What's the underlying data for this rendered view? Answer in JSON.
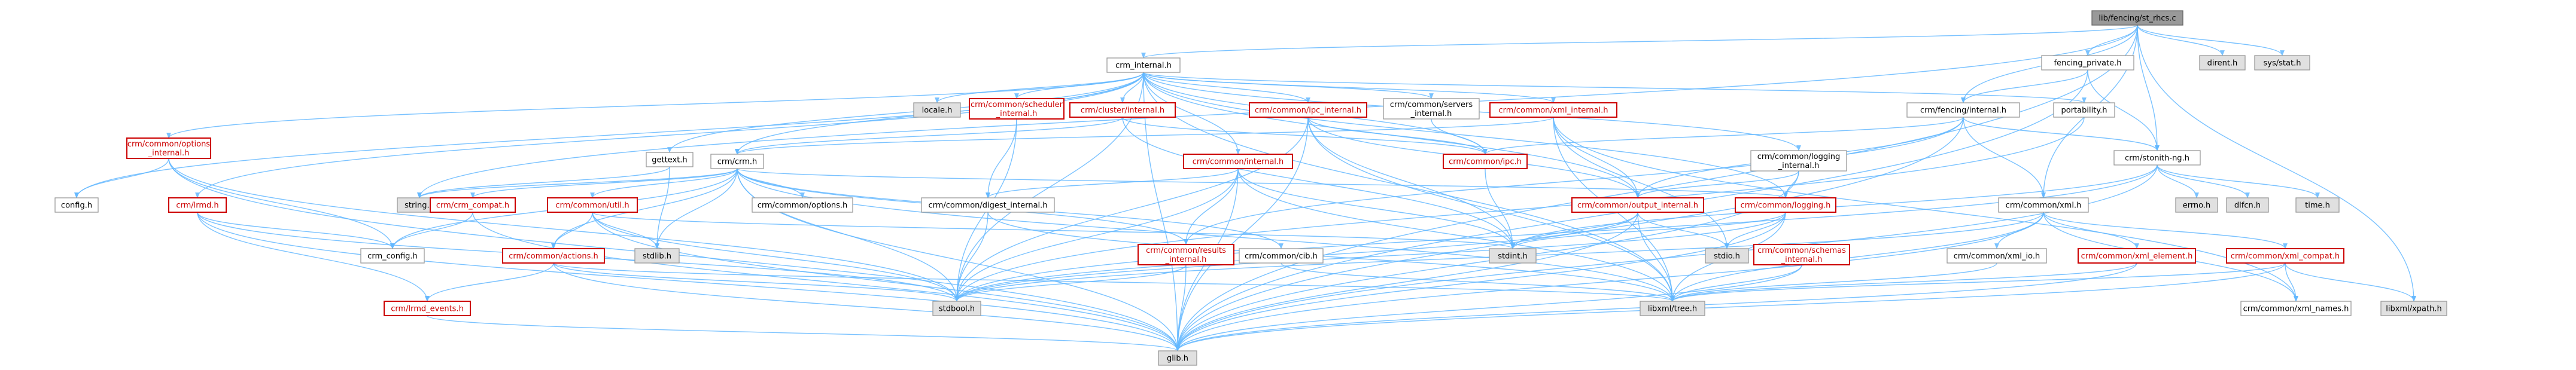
{
  "graph": {
    "nodes": [
      {
        "id": "root",
        "label": "lib/fencing/st_rhcs.c",
        "kind": "root"
      },
      {
        "id": "crm_internal",
        "label": "crm_internal.h",
        "kind": "plain"
      },
      {
        "id": "fencing_private",
        "label": "fencing_private.h",
        "kind": "plain"
      },
      {
        "id": "dirent",
        "label": "dirent.h",
        "kind": "sys"
      },
      {
        "id": "sysstat",
        "label": "sys/stat.h",
        "kind": "sys"
      },
      {
        "id": "cc_options_internal",
        "label": [
          "crm/common/options",
          "_internal.h"
        ],
        "kind": "red"
      },
      {
        "id": "locale",
        "label": "locale.h",
        "kind": "sys"
      },
      {
        "id": "scheduler_internal",
        "label": [
          "crm/common/scheduler",
          "_internal.h"
        ],
        "kind": "red"
      },
      {
        "id": "cluster_internal",
        "label": "crm/cluster/internal.h",
        "kind": "red"
      },
      {
        "id": "ipc_internal",
        "label": "crm/common/ipc_internal.h",
        "kind": "red"
      },
      {
        "id": "servers_internal",
        "label": [
          "crm/common/servers",
          "_internal.h"
        ],
        "kind": "plain"
      },
      {
        "id": "xml_internal",
        "label": "crm/common/xml_internal.h",
        "kind": "red"
      },
      {
        "id": "portability",
        "label": "portability.h",
        "kind": "plain"
      },
      {
        "id": "fencing_internal",
        "label": "crm/fencing/internal.h",
        "kind": "plain"
      },
      {
        "id": "config_h",
        "label": "config.h",
        "kind": "plain"
      },
      {
        "id": "lrmd",
        "label": "crm/lrmd.h",
        "kind": "red"
      },
      {
        "id": "gettext",
        "label": "gettext.h",
        "kind": "plain"
      },
      {
        "id": "crm_h",
        "label": "crm/crm.h",
        "kind": "plain"
      },
      {
        "id": "common_internal",
        "label": "crm/common/internal.h",
        "kind": "red"
      },
      {
        "id": "ipc_h",
        "label": "crm/common/ipc.h",
        "kind": "red"
      },
      {
        "id": "logging_internal",
        "label": [
          "crm/common/logging",
          "_internal.h"
        ],
        "kind": "plain"
      },
      {
        "id": "stonith_ng",
        "label": "crm/stonith-ng.h",
        "kind": "plain"
      },
      {
        "id": "string_h",
        "label": "string.h",
        "kind": "sys"
      },
      {
        "id": "crm_compat",
        "label": "crm/crm_compat.h",
        "kind": "red"
      },
      {
        "id": "util_h",
        "label": "crm/common/util.h",
        "kind": "red"
      },
      {
        "id": "options_h",
        "label": "crm/common/options.h",
        "kind": "plain"
      },
      {
        "id": "digest_internal",
        "label": "crm/common/digest_internal.h",
        "kind": "plain"
      },
      {
        "id": "output_internal",
        "label": "crm/common/output_internal.h",
        "kind": "red"
      },
      {
        "id": "logging_h",
        "label": "crm/common/logging.h",
        "kind": "red"
      },
      {
        "id": "errno",
        "label": "errno.h",
        "kind": "sys"
      },
      {
        "id": "dlfcn",
        "label": "dlfcn.h",
        "kind": "sys"
      },
      {
        "id": "time_h",
        "label": "time.h",
        "kind": "sys"
      },
      {
        "id": "xml_h",
        "label": "crm/common/xml.h",
        "kind": "plain"
      },
      {
        "id": "crm_config",
        "label": "crm_config.h",
        "kind": "plain"
      },
      {
        "id": "actions_h",
        "label": "crm/common/actions.h",
        "kind": "red"
      },
      {
        "id": "stdlib",
        "label": "stdlib.h",
        "kind": "sys"
      },
      {
        "id": "results_internal",
        "label": [
          "crm/common/results",
          "_internal.h"
        ],
        "kind": "red"
      },
      {
        "id": "cib_h",
        "label": "crm/common/cib.h",
        "kind": "plain"
      },
      {
        "id": "stdint",
        "label": "stdint.h",
        "kind": "sys"
      },
      {
        "id": "stdio",
        "label": "stdio.h",
        "kind": "sys"
      },
      {
        "id": "schemas_internal",
        "label": [
          "crm/common/schemas",
          "_internal.h"
        ],
        "kind": "red"
      },
      {
        "id": "xml_io",
        "label": "crm/common/xml_io.h",
        "kind": "plain"
      },
      {
        "id": "xml_element",
        "label": "crm/common/xml_element.h",
        "kind": "red"
      },
      {
        "id": "xml_compat",
        "label": "crm/common/xml_compat.h",
        "kind": "red"
      },
      {
        "id": "lrmd_events",
        "label": "crm/lrmd_events.h",
        "kind": "red"
      },
      {
        "id": "stdbool",
        "label": "stdbool.h",
        "kind": "sys"
      },
      {
        "id": "libxml_tree",
        "label": "libxml/tree.h",
        "kind": "sys"
      },
      {
        "id": "xml_names",
        "label": "crm/common/xml_names.h",
        "kind": "plain"
      },
      {
        "id": "libxml_xpath",
        "label": "libxml/xpath.h",
        "kind": "sys"
      },
      {
        "id": "glib",
        "label": "glib.h",
        "kind": "sys"
      }
    ],
    "edges": [
      [
        "root",
        "crm_internal"
      ],
      [
        "root",
        "fencing_private"
      ],
      [
        "root",
        "dirent"
      ],
      [
        "root",
        "sysstat"
      ],
      [
        "root",
        "fencing_internal"
      ],
      [
        "root",
        "stonith_ng"
      ],
      [
        "root",
        "glib"
      ],
      [
        "root",
        "xml_h"
      ],
      [
        "root",
        "libxml_xpath"
      ],
      [
        "root",
        "string_h"
      ],
      [
        "crm_internal",
        "config_h"
      ],
      [
        "crm_internal",
        "cc_options_internal"
      ],
      [
        "crm_internal",
        "locale"
      ],
      [
        "crm_internal",
        "scheduler_internal"
      ],
      [
        "crm_internal",
        "cluster_internal"
      ],
      [
        "crm_internal",
        "ipc_internal"
      ],
      [
        "crm_internal",
        "servers_internal"
      ],
      [
        "crm_internal",
        "xml_internal"
      ],
      [
        "crm_internal",
        "portability"
      ],
      [
        "crm_internal",
        "lrmd"
      ],
      [
        "crm_internal",
        "gettext"
      ],
      [
        "crm_internal",
        "crm_h"
      ],
      [
        "crm_internal",
        "common_internal"
      ],
      [
        "crm_internal",
        "ipc_h"
      ],
      [
        "crm_internal",
        "logging_internal"
      ],
      [
        "crm_internal",
        "output_internal"
      ],
      [
        "crm_internal",
        "logging_h"
      ],
      [
        "crm_internal",
        "stdbool"
      ],
      [
        "crm_internal",
        "glib"
      ],
      [
        "crm_internal",
        "libxml_tree"
      ],
      [
        "fencing_private",
        "fencing_internal"
      ],
      [
        "fencing_private",
        "stonith_ng"
      ],
      [
        "fencing_private",
        "glib"
      ],
      [
        "cc_options_internal",
        "config_h"
      ],
      [
        "cc_options_internal",
        "stdbool"
      ],
      [
        "cc_options_internal",
        "glib"
      ],
      [
        "cc_options_internal",
        "crm_config"
      ],
      [
        "scheduler_internal",
        "digest_internal"
      ],
      [
        "scheduler_internal",
        "stdbool"
      ],
      [
        "cluster_internal",
        "crm_h"
      ],
      [
        "cluster_internal",
        "ipc_h"
      ],
      [
        "cluster_internal",
        "stdint"
      ],
      [
        "ipc_internal",
        "ipc_h"
      ],
      [
        "ipc_internal",
        "stdint"
      ],
      [
        "ipc_internal",
        "glib"
      ],
      [
        "ipc_internal",
        "stdbool"
      ],
      [
        "ipc_internal",
        "output_internal"
      ],
      [
        "ipc_internal",
        "libxml_tree"
      ],
      [
        "servers_internal",
        "ipc_h"
      ],
      [
        "xml_internal",
        "crm_h"
      ],
      [
        "xml_internal",
        "output_internal"
      ],
      [
        "xml_internal",
        "stdio"
      ],
      [
        "xml_internal",
        "libxml_tree"
      ],
      [
        "xml_internal",
        "xml_names"
      ],
      [
        "portability",
        "stdbool"
      ],
      [
        "fencing_internal",
        "stonith_ng"
      ],
      [
        "fencing_internal",
        "xml_h"
      ],
      [
        "fencing_internal",
        "output_internal"
      ],
      [
        "fencing_internal",
        "ipc_h"
      ],
      [
        "fencing_internal",
        "results_internal"
      ],
      [
        "fencing_internal",
        "glib"
      ],
      [
        "lrmd",
        "crm_config"
      ],
      [
        "lrmd",
        "stdbool"
      ],
      [
        "lrmd",
        "lrmd_events"
      ],
      [
        "lrmd",
        "glib"
      ],
      [
        "gettext",
        "stdlib"
      ],
      [
        "gettext",
        "string_h"
      ],
      [
        "crm_h",
        "string_h"
      ],
      [
        "crm_h",
        "crm_config"
      ],
      [
        "crm_h",
        "stdlib"
      ],
      [
        "crm_h",
        "glib"
      ],
      [
        "crm_h",
        "options_h"
      ],
      [
        "crm_h",
        "crm_compat"
      ],
      [
        "crm_h",
        "util_h"
      ],
      [
        "crm_h",
        "actions_h"
      ],
      [
        "crm_h",
        "cib_h"
      ],
      [
        "crm_h",
        "logging_h"
      ],
      [
        "crm_h",
        "results_internal"
      ],
      [
        "crm_h",
        "stdbool"
      ],
      [
        "crm_h",
        "libxml_tree"
      ],
      [
        "common_internal",
        "digest_internal"
      ],
      [
        "common_internal",
        "results_internal"
      ],
      [
        "common_internal",
        "stdbool"
      ],
      [
        "common_internal",
        "stdint"
      ],
      [
        "common_internal",
        "glib"
      ],
      [
        "common_internal",
        "libxml_tree"
      ],
      [
        "ipc_h",
        "stdint"
      ],
      [
        "logging_internal",
        "logging_h"
      ],
      [
        "logging_internal",
        "output_internal"
      ],
      [
        "logging_internal",
        "glib"
      ],
      [
        "stonith_ng",
        "dlfcn"
      ],
      [
        "stonith_ng",
        "errno"
      ],
      [
        "stonith_ng",
        "time_h"
      ],
      [
        "stonith_ng",
        "stdint"
      ],
      [
        "stonith_ng",
        "stdbool"
      ],
      [
        "stonith_ng",
        "glib"
      ],
      [
        "crm_compat",
        "crm_config"
      ],
      [
        "crm_compat",
        "glib"
      ],
      [
        "util_h",
        "actions_h"
      ],
      [
        "util_h",
        "stdlib"
      ],
      [
        "util_h",
        "stdbool"
      ],
      [
        "util_h",
        "glib"
      ],
      [
        "util_h",
        "stdint"
      ],
      [
        "digest_internal",
        "stdbool"
      ],
      [
        "digest_internal",
        "libxml_tree"
      ],
      [
        "output_internal",
        "stdio"
      ],
      [
        "output_internal",
        "stdint"
      ],
      [
        "output_internal",
        "stdbool"
      ],
      [
        "output_internal",
        "glib"
      ],
      [
        "output_internal",
        "libxml_tree"
      ],
      [
        "logging_h",
        "stdio"
      ],
      [
        "logging_h",
        "stdint"
      ],
      [
        "logging_h",
        "glib"
      ],
      [
        "logging_h",
        "libxml_tree"
      ],
      [
        "logging_h",
        "stdbool"
      ],
      [
        "xml_h",
        "stdbool"
      ],
      [
        "xml_h",
        "glib"
      ],
      [
        "xml_h",
        "libxml_tree"
      ],
      [
        "xml_h",
        "xml_io"
      ],
      [
        "xml_h",
        "xml_element"
      ],
      [
        "xml_h",
        "xml_compat"
      ],
      [
        "xml_h",
        "xml_names"
      ],
      [
        "actions_h",
        "stdbool"
      ],
      [
        "actions_h",
        "glib"
      ],
      [
        "actions_h",
        "lrmd_events"
      ],
      [
        "actions_h",
        "libxml_tree"
      ],
      [
        "results_internal",
        "glib"
      ],
      [
        "results_internal",
        "stdbool"
      ],
      [
        "cib_h",
        "libxml_tree"
      ],
      [
        "schemas_internal",
        "glib"
      ],
      [
        "schemas_internal",
        "libxml_tree"
      ],
      [
        "xml_io",
        "libxml_tree"
      ],
      [
        "xml_element",
        "libxml_tree"
      ],
      [
        "xml_element",
        "glib"
      ],
      [
        "xml_compat",
        "glib"
      ],
      [
        "xml_compat",
        "libxml_tree"
      ],
      [
        "xml_compat",
        "xml_names"
      ],
      [
        "xml_compat",
        "libxml_xpath"
      ],
      [
        "lrmd_events",
        "glib"
      ]
    ]
  }
}
